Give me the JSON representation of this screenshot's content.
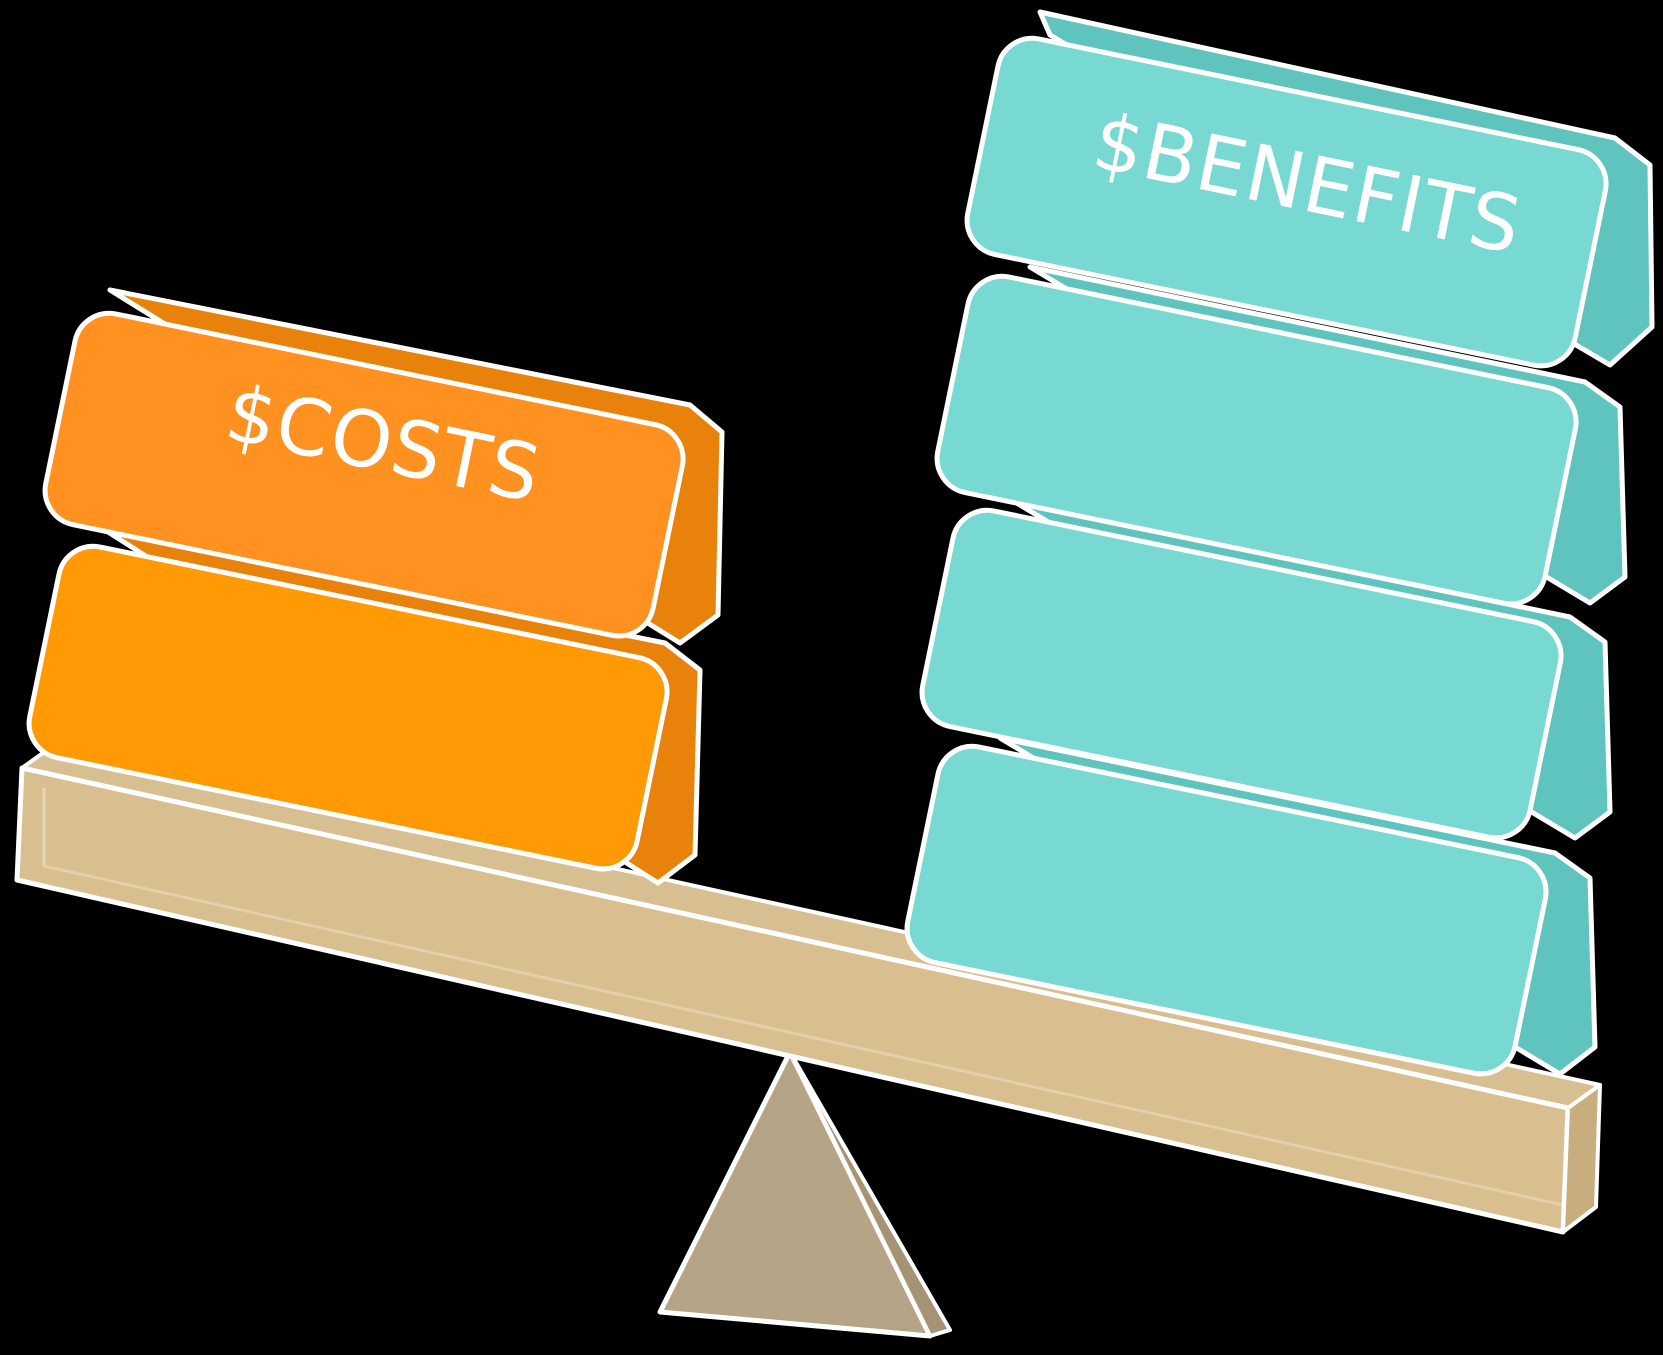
{
  "diagram": {
    "type": "seesaw-balance",
    "background_color": "#000000",
    "left_stack": {
      "label": "$COSTS",
      "block_count": 2,
      "colors": [
        "#ff9120",
        "#ff9a05"
      ]
    },
    "right_stack": {
      "label": "$BENEFITS",
      "block_count": 4,
      "color": "#78d8d2"
    },
    "beam": {
      "color": "#d9bf8f"
    },
    "fulcrum": {
      "color": "#d6c19e"
    },
    "outline_color": "#ffffff"
  }
}
